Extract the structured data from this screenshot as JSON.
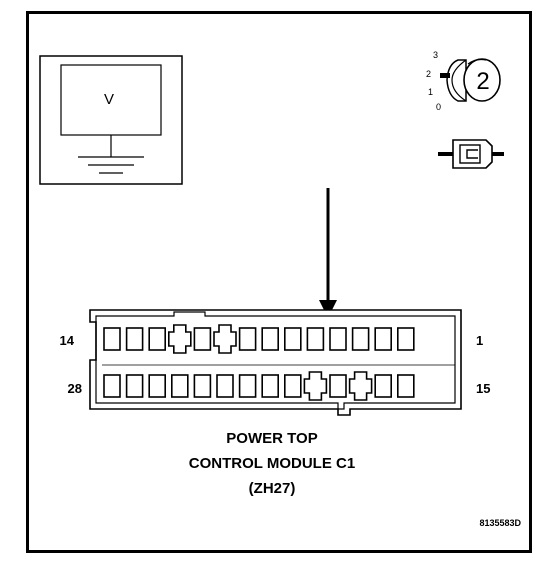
{
  "meter": {
    "symbol": "V"
  },
  "ignition_switch": {
    "positions": [
      "3",
      "2",
      "1",
      "0"
    ],
    "selected_position": "2"
  },
  "connector": {
    "pin_left_top": "14",
    "pin_right_top": "1",
    "pin_left_bottom": "28",
    "pin_right_bottom": "15"
  },
  "caption": {
    "line1": "POWER TOP",
    "line2": "CONTROL MODULE C1",
    "line3": "(ZH27)"
  },
  "figure_id": "8135583D"
}
